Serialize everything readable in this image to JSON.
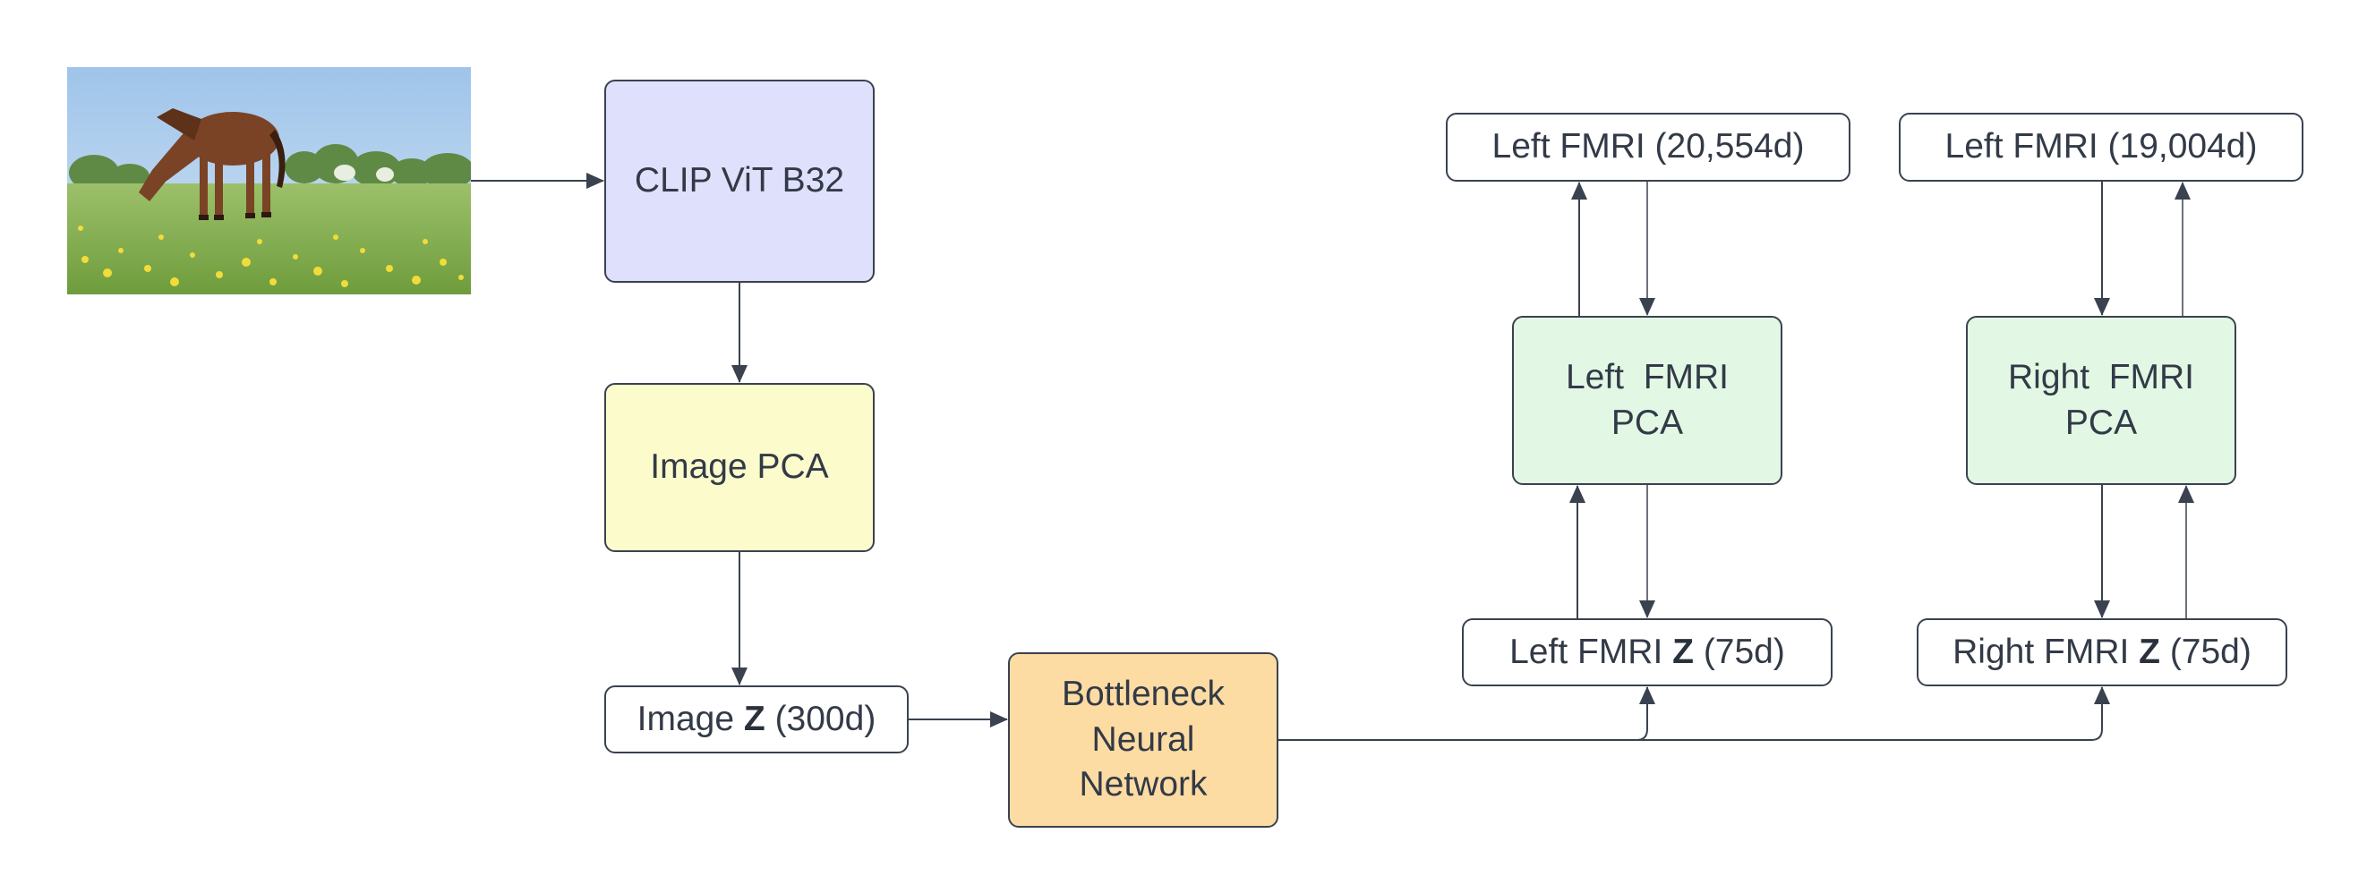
{
  "nodes": {
    "clip": {
      "text": "CLIP ViT B32",
      "fill": "#dfe0fc"
    },
    "image_pca": {
      "text": "Image PCA",
      "fill": "#fbfbcb"
    },
    "image_z": {
      "pre": "Image ",
      "bold": "Z",
      "post": " (300d)"
    },
    "bottleneck": {
      "line1": "Bottleneck",
      "line2": "Neural",
      "line3": "Network",
      "fill": "#fddca3"
    },
    "left_fmri": {
      "text": "Left FMRI (20,554d)"
    },
    "right_fmri": {
      "text": "Left FMRI (19,004d)"
    },
    "left_pca": {
      "line1": "Left  FMRI",
      "line2": "PCA",
      "fill": "#e2f8e4"
    },
    "right_pca": {
      "line1": "Right  FMRI",
      "line2": "PCA",
      "fill": "#e2f8e4"
    },
    "left_z": {
      "pre": "Left FMRI ",
      "bold": "Z",
      "post": " (75d)"
    },
    "right_z": {
      "pre": "Right FMRI ",
      "bold": "Z",
      "post": " (75d)"
    }
  },
  "image": {
    "subject": "horse grazing in a meadow"
  },
  "colors": {
    "stroke": "#3a4250",
    "text": "#333a47"
  }
}
